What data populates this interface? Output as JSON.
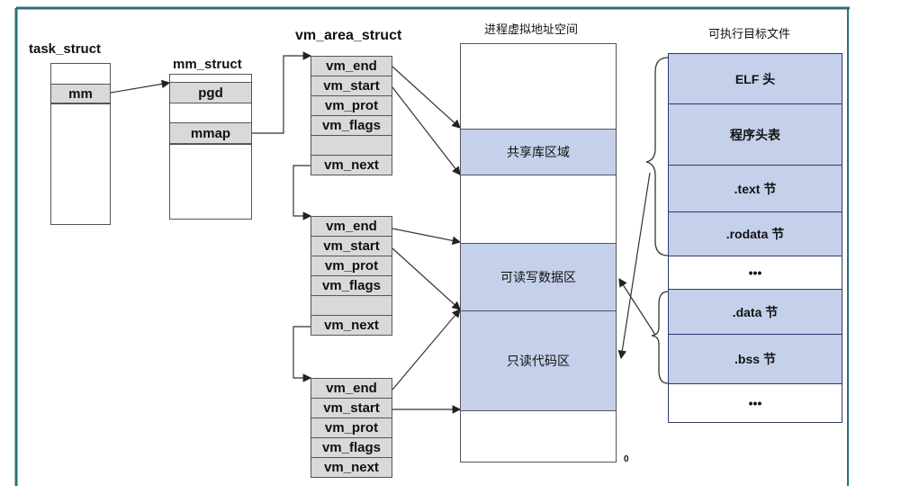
{
  "titles": {
    "task_struct": "task_struct",
    "mm_struct": "mm_struct",
    "vm_area_struct": "vm_area_struct",
    "virtual_space": "进程虚拟地址空间",
    "exec_file": "可执行目标文件"
  },
  "task_struct": {
    "mm": "mm"
  },
  "mm_struct": {
    "pgd": "pgd",
    "mmap": "mmap"
  },
  "vma_blocks": [
    {
      "fields": [
        "vm_end",
        "vm_start",
        "vm_prot",
        "vm_flags",
        "",
        "vm_next"
      ]
    },
    {
      "fields": [
        "vm_end",
        "vm_start",
        "vm_prot",
        "vm_flags",
        "",
        "vm_next"
      ]
    },
    {
      "fields": [
        "vm_end",
        "vm_start",
        "vm_prot",
        "vm_flags",
        "vm_next"
      ]
    }
  ],
  "virtual_space": {
    "regions": [
      "共享库区域",
      "可读写数据区",
      "只读代码区"
    ],
    "bottom_label": "0"
  },
  "exec_file": {
    "sections": [
      "ELF 头",
      "程序头表",
      ".text 节",
      ".rodata 节",
      "•••",
      ".data 节",
      ".bss 节",
      "•••"
    ]
  },
  "colors": {
    "highlight_blue": "#c5d0ea",
    "gray_cell": "#d9d9d9",
    "frame_teal": "#2a6f7a"
  }
}
